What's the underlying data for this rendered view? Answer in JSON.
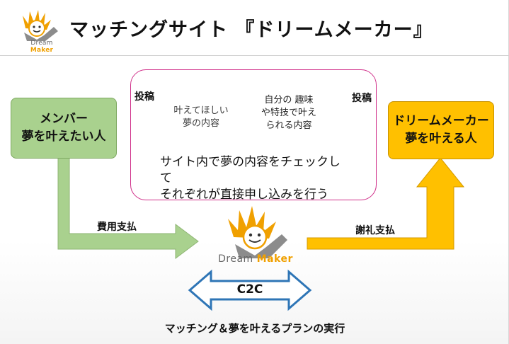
{
  "title": "マッチングサイト 『ドリームメーカー』",
  "logo": {
    "word_a": "Dream ",
    "word_b": "Maker",
    "brand_color": "#f0a000"
  },
  "member_box": {
    "line1": "メンバー",
    "line2": "夢を叶えたい人",
    "color": "#a9d18e"
  },
  "maker_box": {
    "line1": "ドリームメーカー",
    "line2": "夢を叶える人",
    "color": "#ffc000"
  },
  "post_left": "投稿",
  "post_right": "投稿",
  "cloud_green": {
    "line1": "叶えてほしい",
    "line2": "夢の内容",
    "color": "#a9d18e"
  },
  "cloud_yellow": {
    "line1": "自分の 趣味",
    "line2": "や特技で叶え",
    "line3": "られる内容",
    "color": "#ffc000"
  },
  "center_text": {
    "line1": "サイト内で夢の内容をチェックして",
    "line2": "それぞれが直接申し込みを行う"
  },
  "pay_label": "費用支払",
  "thanks_label": "謝礼支払",
  "c2c": "C2C",
  "footer": "マッチング＆夢を叶えるプランの実行",
  "colors": {
    "frame": "#d0308a",
    "c2c_arrow": "#2e75b6"
  }
}
